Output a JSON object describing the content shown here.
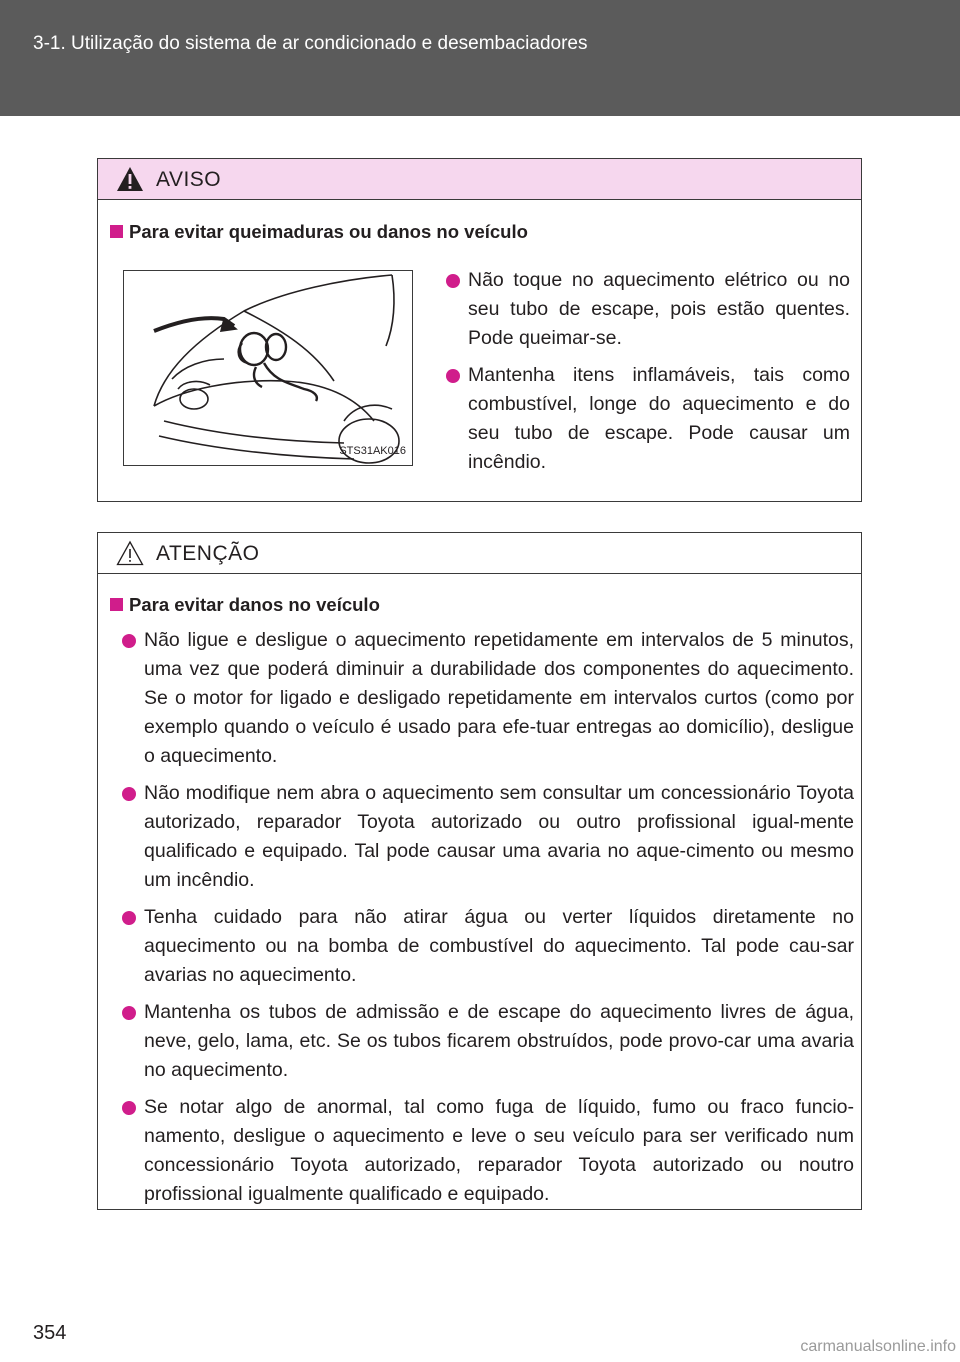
{
  "header": {
    "title": "3-1. Utilização do sistema de ar condicionado e desembaciadores"
  },
  "aviso": {
    "label": "AVISO",
    "section_title": "Para evitar queimaduras ou danos no veículo",
    "figure_code": "STS31AK016",
    "bullets": [
      "Não toque no aquecimento elétrico ou no seu tubo de escape, pois estão quentes. Pode queimar-se.",
      "Mantenha itens inflamáveis, tais como combustível, longe do aquecimento e do seu tubo de escape. Pode causar um incêndio."
    ]
  },
  "atencao": {
    "label": "ATENÇÃO",
    "section_title": "Para evitar danos no veículo",
    "bullets": [
      "Não ligue e desligue o aquecimento repetidamente em intervalos de 5 minutos, uma vez que poderá diminuir a durabilidade dos componentes do aquecimento. Se o motor for ligado e desligado repetidamente em intervalos curtos (como por exemplo quando o veículo é usado para efe-tuar entregas ao domicílio), desligue o aquecimento.",
      "Não modifique nem abra o aquecimento sem consultar um concessionário Toyota autorizado, reparador Toyota autorizado ou outro profissional igual-mente qualificado e equipado. Tal pode causar uma avaria no aque-cimento ou mesmo um incêndio.",
      "Tenha cuidado para não atirar água ou verter líquidos diretamente no aquecimento ou na bomba de combustível do aquecimento. Tal pode cau-sar avarias no aquecimento.",
      "Mantenha os tubos de admissão e de escape do aquecimento livres de água, neve, gelo, lama, etc. Se os tubos ficarem obstruídos, pode provo-car uma avaria no aquecimento.",
      "Se notar algo de anormal, tal como fuga de líquido, fumo ou fraco funcio-namento, desligue o aquecimento e leve o seu veículo para ser verificado num concessionário Toyota autorizado, reparador Toyota autorizado ou noutro profissional igualmente qualificado e equipado."
    ]
  },
  "page_number": "354",
  "watermark": "carmanualsonline.info",
  "colors": {
    "accent": "#d01d8b",
    "header_bg": "#5b5b5b",
    "aviso_head_bg": "#f6d7ee"
  }
}
